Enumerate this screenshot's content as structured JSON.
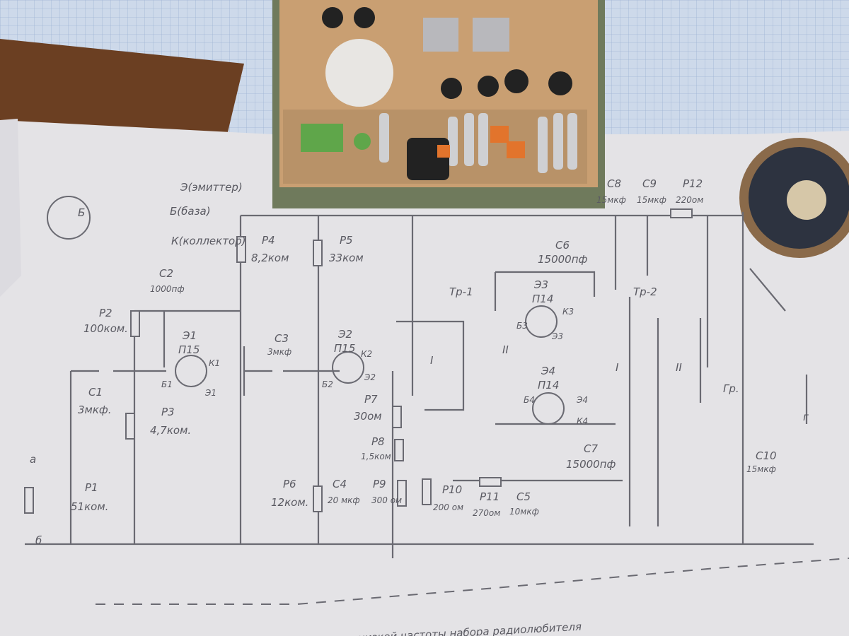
{
  "schematic": {
    "pinout": {
      "emitter": "Э(эмиттер)",
      "base": "Б(база)",
      "collector": "К(коллектор)",
      "base_short": "Б"
    },
    "components": [
      {
        "ref": "P1",
        "value": "51ком."
      },
      {
        "ref": "P2",
        "value": "100ком."
      },
      {
        "ref": "P3",
        "value": "4,7ком."
      },
      {
        "ref": "P4",
        "value": "8,2ком"
      },
      {
        "ref": "P5",
        "value": "33ком"
      },
      {
        "ref": "P6",
        "value": "12ком."
      },
      {
        "ref": "P7",
        "value": "30ом"
      },
      {
        "ref": "P8",
        "value": "1,5ком"
      },
      {
        "ref": "P9",
        "value": "300 ом"
      },
      {
        "ref": "P10",
        "value": "200 ом"
      },
      {
        "ref": "P11",
        "value": "270ом"
      },
      {
        "ref": "P12",
        "value": "220ом"
      },
      {
        "ref": "C1",
        "value": "3мкф."
      },
      {
        "ref": "C2",
        "value": "1000пф"
      },
      {
        "ref": "C3",
        "value": "3мкф"
      },
      {
        "ref": "C4",
        "value": "20 мкф"
      },
      {
        "ref": "C5",
        "value": "10мкф"
      },
      {
        "ref": "C6",
        "value": "15000пф"
      },
      {
        "ref": "C7",
        "value": "15000пф"
      },
      {
        "ref": "C8",
        "value": "15мкф"
      },
      {
        "ref": "C9",
        "value": "15мкф"
      },
      {
        "ref": "C10",
        "value": "15мкф"
      },
      {
        "ref": "Э1",
        "value": "П15"
      },
      {
        "ref": "Э2",
        "value": "П15"
      },
      {
        "ref": "Э3",
        "value": "П14"
      },
      {
        "ref": "Э4",
        "value": "П14"
      }
    ],
    "transformers": [
      "Тр-1",
      "Тр-2"
    ],
    "winding_labels": [
      "I",
      "II",
      "I",
      "II"
    ],
    "speaker": "Гр.",
    "terminals": [
      "а",
      "б",
      "г"
    ],
    "pins": [
      "Б1",
      "К1",
      "Э1",
      "Б2",
      "К2",
      "Э2",
      "Б3",
      "К3",
      "Э3",
      "Б4",
      "К4",
      "Э4"
    ],
    "caption": "...ителя низкой частоты набора радиолюбителя"
  },
  "colors": {
    "paper": "#e4e3e6",
    "grid_paper": "#c9d6e6",
    "box": "#c49a6c",
    "ink": "#6a6a72"
  }
}
